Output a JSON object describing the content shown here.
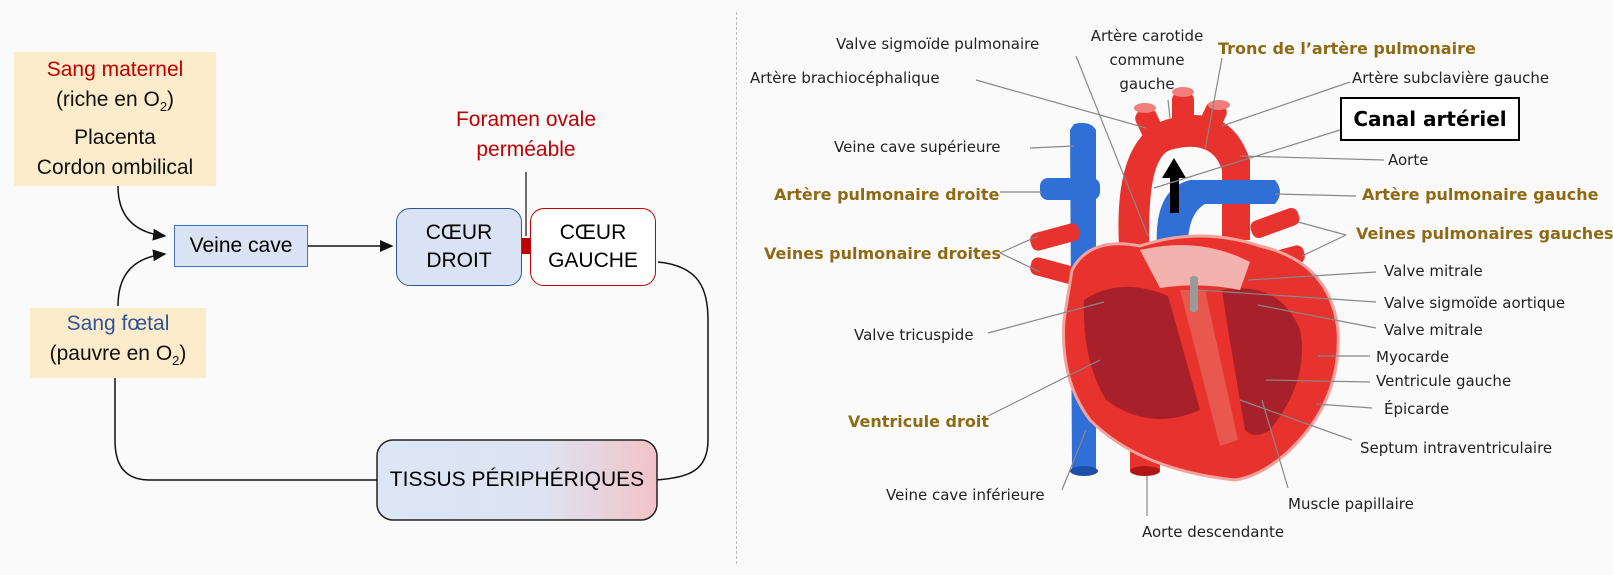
{
  "flow": {
    "maternal": {
      "line1": "Sang maternel",
      "line2_pre": "(riche en O",
      "line2_sub": "2",
      "line2_post": ")",
      "line3": "Placenta",
      "line4": "Cordon ombilical"
    },
    "fetal": {
      "line1": "Sang fœtal",
      "line2_pre": "(pauvre en O",
      "line2_sub": "2",
      "line2_post": ")"
    },
    "veine_cave": "Veine cave",
    "coeur_droit": [
      "CŒUR",
      "DROIT"
    ],
    "coeur_gauche": [
      "CŒUR",
      "GAUCHE"
    ],
    "foramen": [
      "Foramen ovale",
      "perméable"
    ],
    "tissus": "TISSUS PÉRIPHÉRIQUES"
  },
  "heart_labels": {
    "valve_sigmoide_pulmonaire": "Valve sigmoïde pulmonaire",
    "artere_carotide": [
      "Artère carotide",
      "commune",
      "gauche"
    ],
    "tronc_artere_pulmonaire": "Tronc de l’artère pulmonaire",
    "artere_brachiocephalique": "Artère brachiocéphalique",
    "artere_subclaviere": "Artère subclavière gauche",
    "canal_arteriel": "Canal artériel",
    "veine_cave_superieure": "Veine cave supérieure",
    "aorte": "Aorte",
    "artere_pulmonaire_droite": "Artère pulmonaire droite",
    "artere_pulmonaire_gauche": "Artère pulmonaire gauche",
    "veines_pulmonaire_droites": "Veines pulmonaire droites",
    "veines_pulmonaires_gauches": "Veines pulmonaires gauches",
    "valve_mitrale_1": "Valve mitrale",
    "valve_sigmoide_aortique": "Valve sigmoïde aortique",
    "valve_tricuspide": "Valve tricuspide",
    "valve_mitrale_2": "Valve mitrale",
    "myocarde": "Myocarde",
    "ventricule_gauche": "Ventricule gauche",
    "ventricule_droit": "Ventricule droit",
    "epicarde": "Épicarde",
    "septum": "Septum intraventriculaire",
    "veine_cave_inferieure": "Veine cave inférieure",
    "muscle_papillaire": "Muscle papillaire",
    "aorte_descendante": "Aorte descendante"
  },
  "colors": {
    "venous_blue": "#2f6fd6",
    "arterial_red": "#e8322d",
    "muscle_dark": "#a8202a",
    "gold_label": "#8f6a15",
    "flow_red": "#c00000"
  }
}
